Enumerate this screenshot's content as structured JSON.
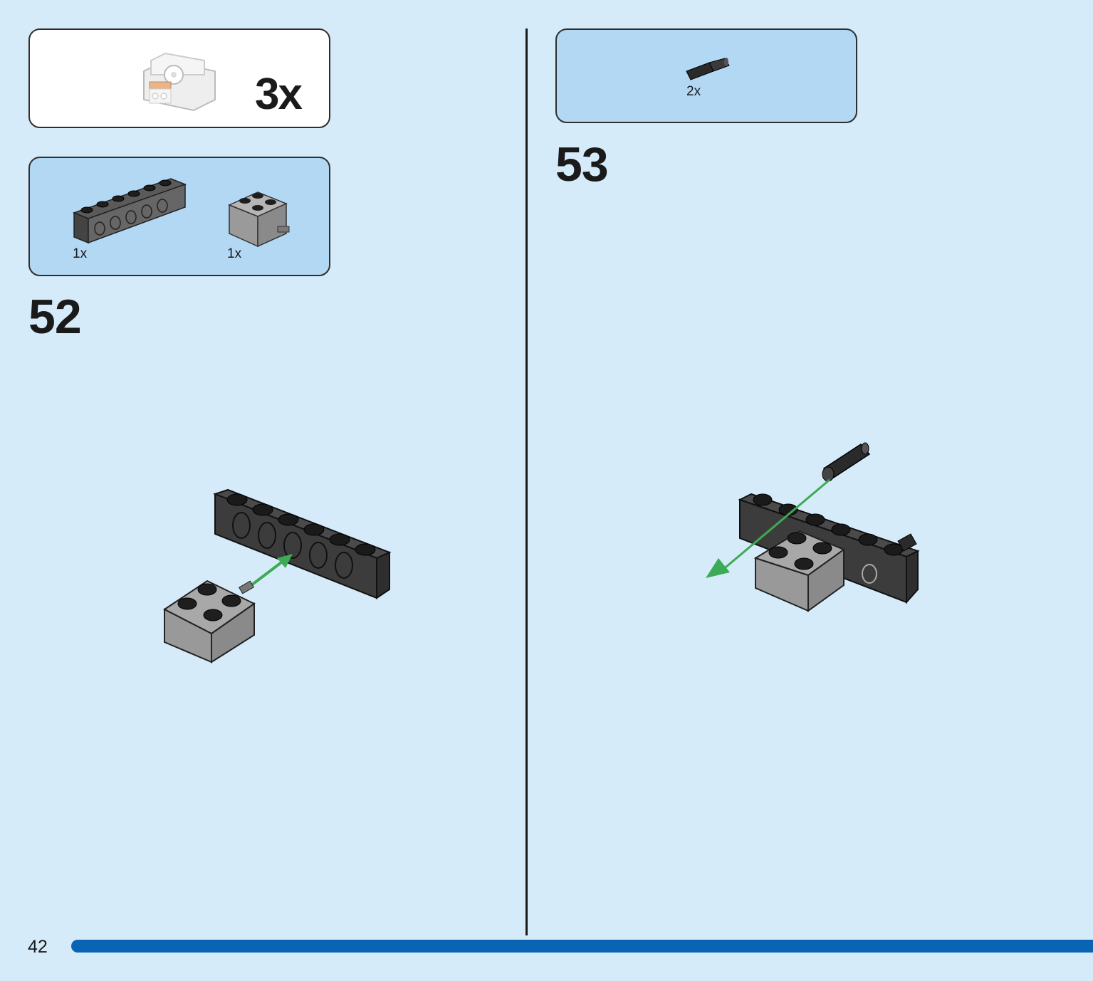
{
  "callout": {
    "quantity": "3x"
  },
  "step52": {
    "number": "52",
    "parts": [
      {
        "name": "beam-1x6",
        "quantity": "1x"
      },
      {
        "name": "brick-2x2-with-pin",
        "quantity": "1x"
      }
    ]
  },
  "step53": {
    "number": "53",
    "parts": [
      {
        "name": "friction-pin",
        "quantity": "2x"
      }
    ]
  },
  "footer": {
    "page_number": "42",
    "progress": 1.0
  },
  "colors": {
    "background": "#d6ebf9",
    "parts_box": "#b3d8f4",
    "callout_box": "#ffffff",
    "arrow": "#3daa55",
    "progress": "#0a64b4",
    "beam": "#3c3c3c",
    "brick": "#9a9a9a"
  }
}
